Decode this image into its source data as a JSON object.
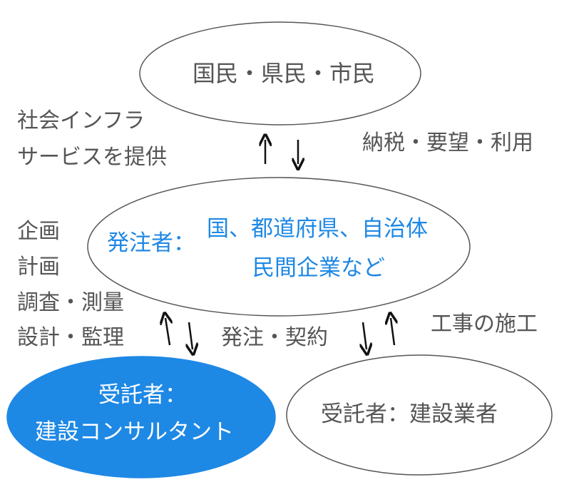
{
  "colors": {
    "outline": "#555555",
    "text": "#555555",
    "accent": "#1e88e5",
    "consultant_fill": "#1e88e5"
  },
  "nodes": {
    "citizens": {
      "label": "国民・県民・市民"
    },
    "orderer": {
      "label_prefix": "発注者：",
      "line1": "国、都道府県、自治体",
      "line2": "民間企業など"
    },
    "consultant": {
      "line1": "受託者：",
      "line2": "建設コンサルタント"
    },
    "contractor": {
      "label": "受託者：建設業者"
    }
  },
  "edge_labels": {
    "infra_line1": "社会インフラ",
    "infra_line2": "サービスを提供",
    "tax": "納税・要望・利用",
    "task1": "企画",
    "task2": "計画",
    "task3": "調査・測量",
    "task4": "設計・監理",
    "order": "発注・契約",
    "construction": "工事の施工"
  }
}
